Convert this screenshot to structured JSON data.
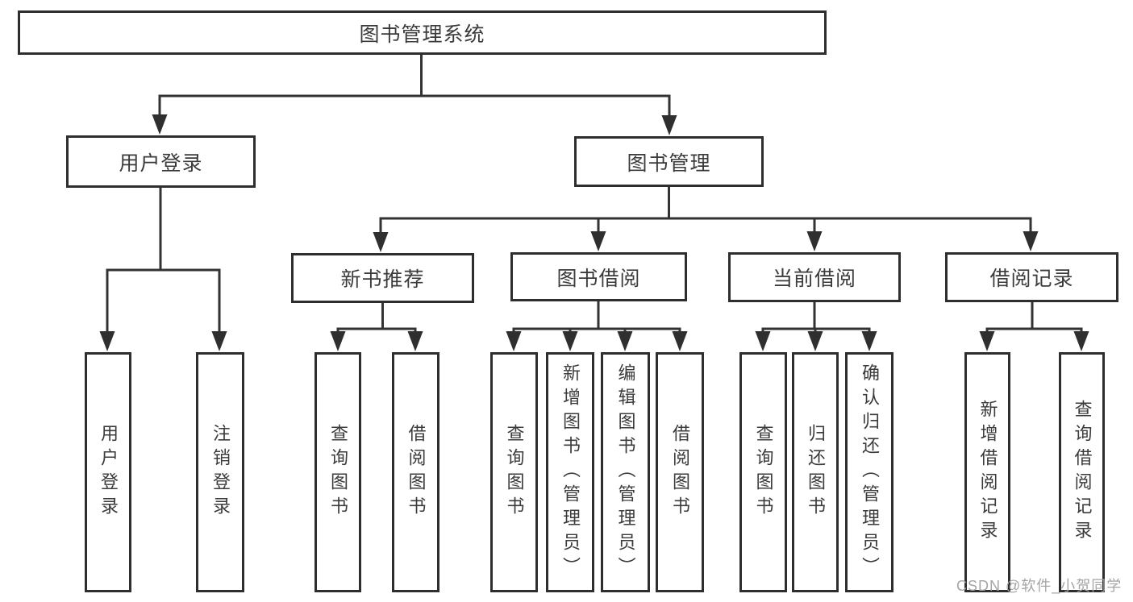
{
  "diagram": {
    "root": {
      "label": "图书管理系统"
    },
    "level2": [
      {
        "label": "用户登录"
      },
      {
        "label": "图书管理"
      }
    ],
    "level3": [
      {
        "label": "新书推荐",
        "parent": "图书管理"
      },
      {
        "label": "图书借阅",
        "parent": "图书管理"
      },
      {
        "label": "当前借阅",
        "parent": "图书管理"
      },
      {
        "label": "借阅记录",
        "parent": "图书管理"
      }
    ],
    "leaves": [
      {
        "label": "用户登录",
        "parent": "用户登录"
      },
      {
        "label": "注销登录",
        "parent": "用户登录"
      },
      {
        "label": "查询图书",
        "parent": "新书推荐"
      },
      {
        "label": "借阅图书",
        "parent": "新书推荐"
      },
      {
        "label": "查询图书",
        "parent": "图书借阅"
      },
      {
        "label": "新增图书（管理员）",
        "parent": "图书借阅"
      },
      {
        "label": "编辑图书（管理员）",
        "parent": "图书借阅"
      },
      {
        "label": "借阅图书",
        "parent": "图书借阅"
      },
      {
        "label": "查询图书",
        "parent": "当前借阅"
      },
      {
        "label": "归还图书",
        "parent": "当前借阅"
      },
      {
        "label": "确认归还（管理员）",
        "parent": "当前借阅"
      },
      {
        "label": "新增借阅记录",
        "parent": "借阅记录"
      },
      {
        "label": "查询借阅记录",
        "parent": "借阅记录"
      }
    ],
    "watermark": "CSDN @软件_小贺同学",
    "colors": {
      "line": "#333333",
      "node_border": "#2e2e2e",
      "text": "#3b3b3b",
      "watermark": "#a5a5a5",
      "background": "#ffffff"
    }
  }
}
